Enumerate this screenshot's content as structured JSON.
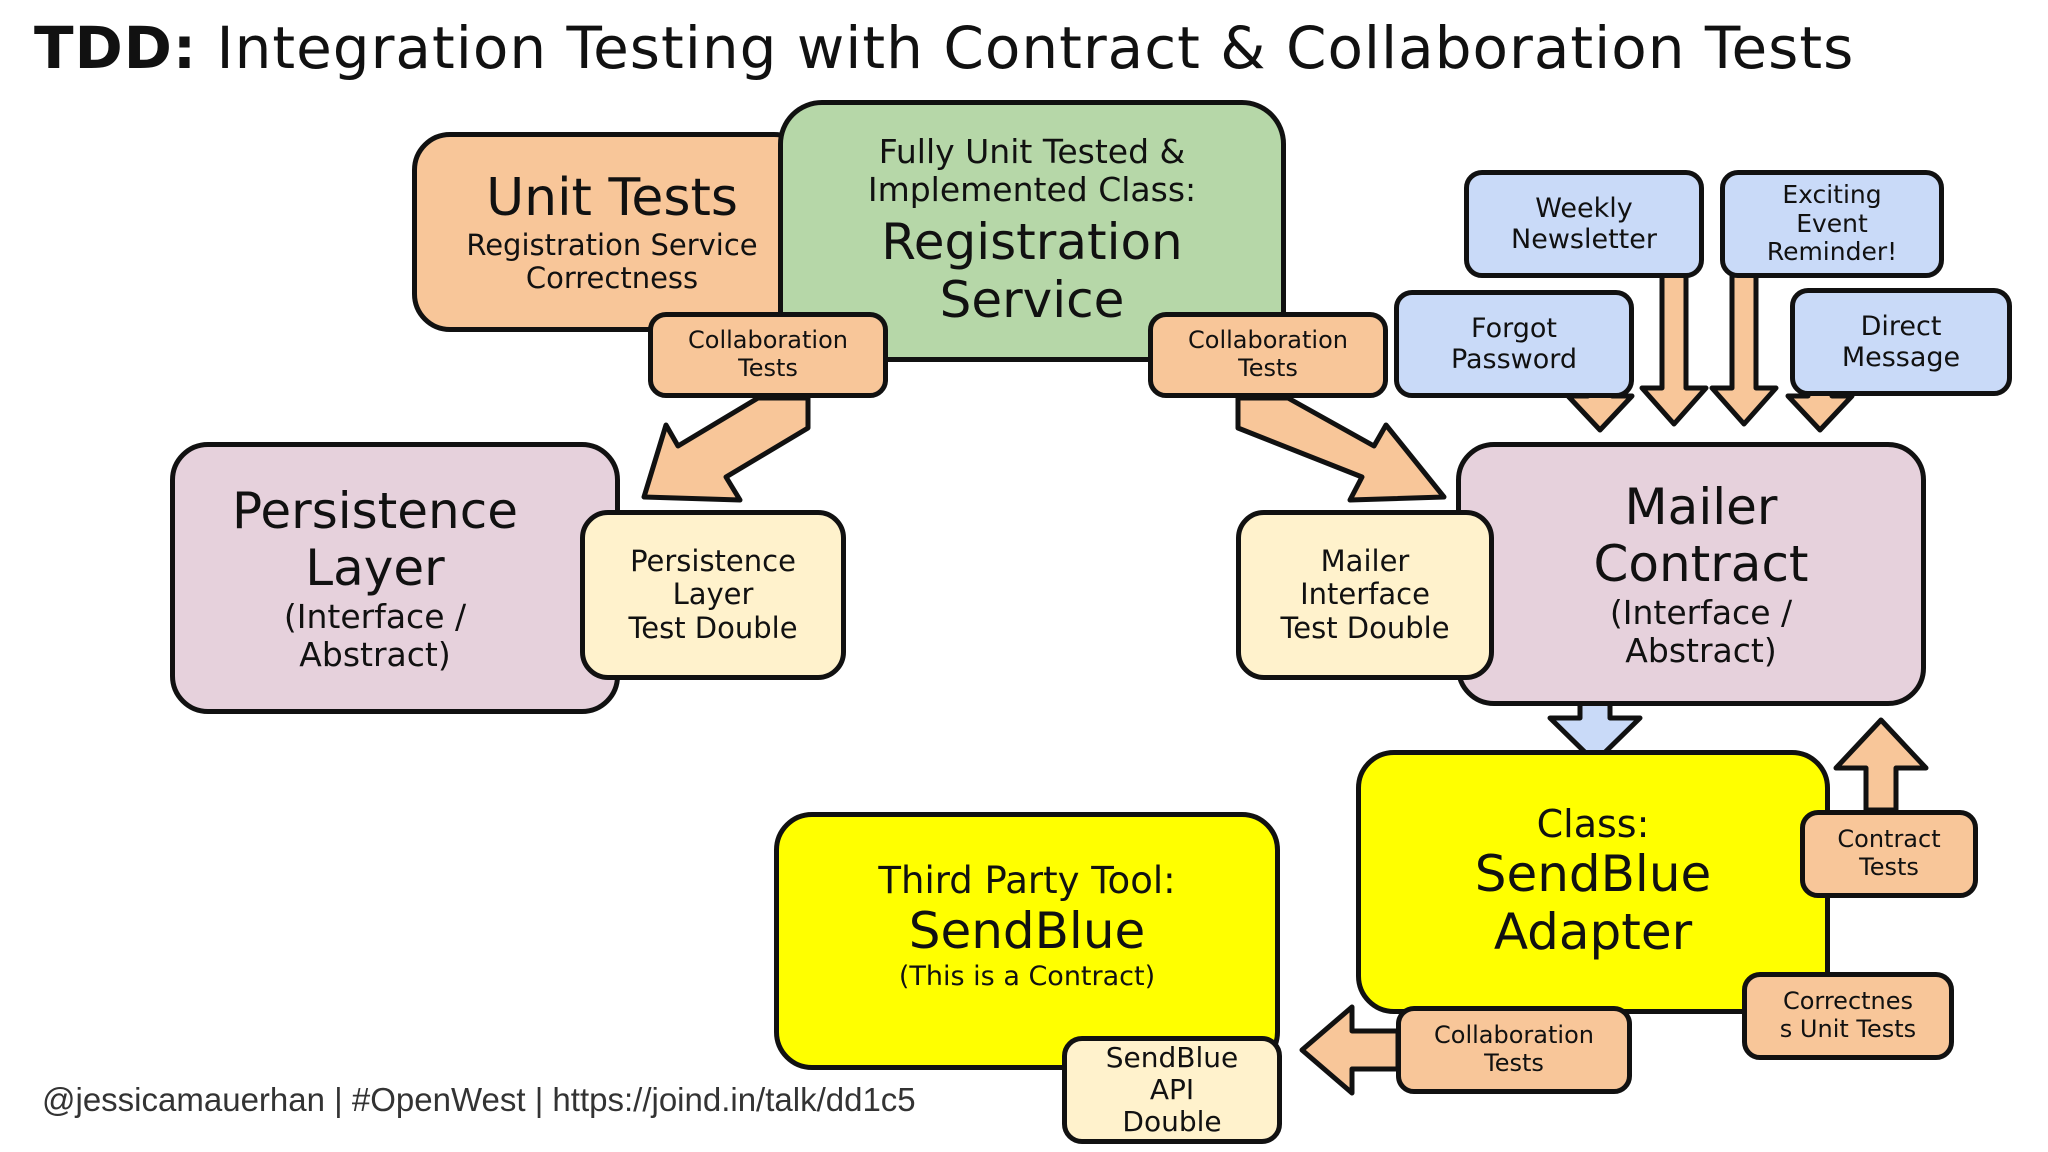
{
  "title": {
    "bold_part": "TDD:",
    "rest": "Integration Testing with Contract & Collaboration Tests"
  },
  "boxes": {
    "unit_tests": {
      "heading": "Unit Tests",
      "line1": "Registration Service",
      "line2": "Correctness"
    },
    "registration_service": {
      "line1": "Fully Unit Tested &",
      "line2": "Implemented Class:",
      "line3": "Registration",
      "line4": "Service"
    },
    "collab_left": {
      "line1": "Collaboration",
      "line2": "Tests"
    },
    "collab_right": {
      "line1": "Collaboration",
      "line2": "Tests"
    },
    "weekly_newsletter": {
      "line1": "Weekly",
      "line2": "Newsletter"
    },
    "exciting_event": {
      "line1": "Exciting",
      "line2": "Event",
      "line3": "Reminder!"
    },
    "forgot_password": {
      "line1": "Forgot",
      "line2": "Password"
    },
    "direct_message": {
      "line1": "Direct",
      "line2": "Message"
    },
    "persistence_layer": {
      "line1": "Persistence",
      "line2": "Layer",
      "line3": "(Interface /",
      "line4": "Abstract)"
    },
    "persistence_double": {
      "line1": "Persistence",
      "line2": "Layer",
      "line3": "Test Double"
    },
    "mailer_double": {
      "line1": "Mailer",
      "line2": "Interface",
      "line3": "Test Double"
    },
    "mailer_contract": {
      "line1": "Mailer",
      "line2": "Contract",
      "line3": "(Interface /",
      "line4": "Abstract)"
    },
    "sendblue_adapter": {
      "line1": "Class:",
      "line2": "SendBlue",
      "line3": "Adapter"
    },
    "contract_tests": {
      "line1": "Contract",
      "line2": "Tests"
    },
    "correctness_tests": {
      "line1": "Correctnes",
      "line2": "s Unit Tests"
    },
    "third_party": {
      "line1": "Third Party Tool:",
      "line2": "SendBlue",
      "line3": "(This is a Contract)"
    },
    "collab_bottom": {
      "line1": "Collaboration",
      "line2": "Tests"
    },
    "sendblue_double": {
      "line1": "SendBlue",
      "line2": "API",
      "line3": "Double"
    }
  },
  "colors": {
    "orange": "#f8c699",
    "green": "#b6d7a8",
    "mauve": "#e6d1dc",
    "cream": "#fff2cc",
    "blue": "#c9daf8",
    "yellow": "#ffff00",
    "outline": "#111111"
  },
  "footer": {
    "text": "@jessicamauerhan | #OpenWest | https://joind.in/talk/dd1c5"
  }
}
